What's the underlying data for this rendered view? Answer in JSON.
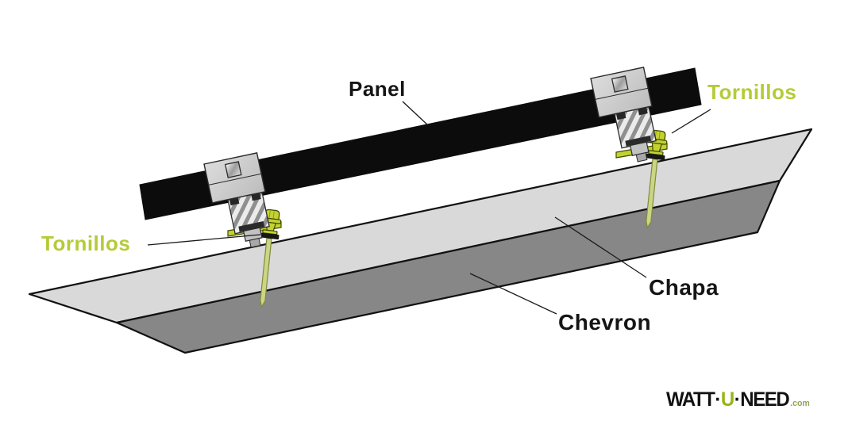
{
  "diagram": {
    "title_context": "solar panel roof mounting diagram",
    "labels": {
      "panel": "Panel",
      "tornillos_left": "Tornillos",
      "tornillos_right": "Tornillos",
      "chapa": "Chapa",
      "chevron": "Chevron"
    },
    "colors": {
      "panel_black": "#0c0c0c",
      "chapa_gray": "#d9d9d9",
      "chevron_gray": "#878787",
      "clamp_gray": "#c9c9c9",
      "screw_green": "#c3d232",
      "screw_shaft": "#ccd583",
      "tornillos_text_green": "#b5cb37",
      "label_text": "#151515",
      "outline": "#111111"
    }
  },
  "logo": {
    "watt": "WATT",
    "separator1": "·",
    "u": "U",
    "separator2": "·",
    "need": "NEED",
    "domain": ".com",
    "accent_color": "#93b717"
  }
}
